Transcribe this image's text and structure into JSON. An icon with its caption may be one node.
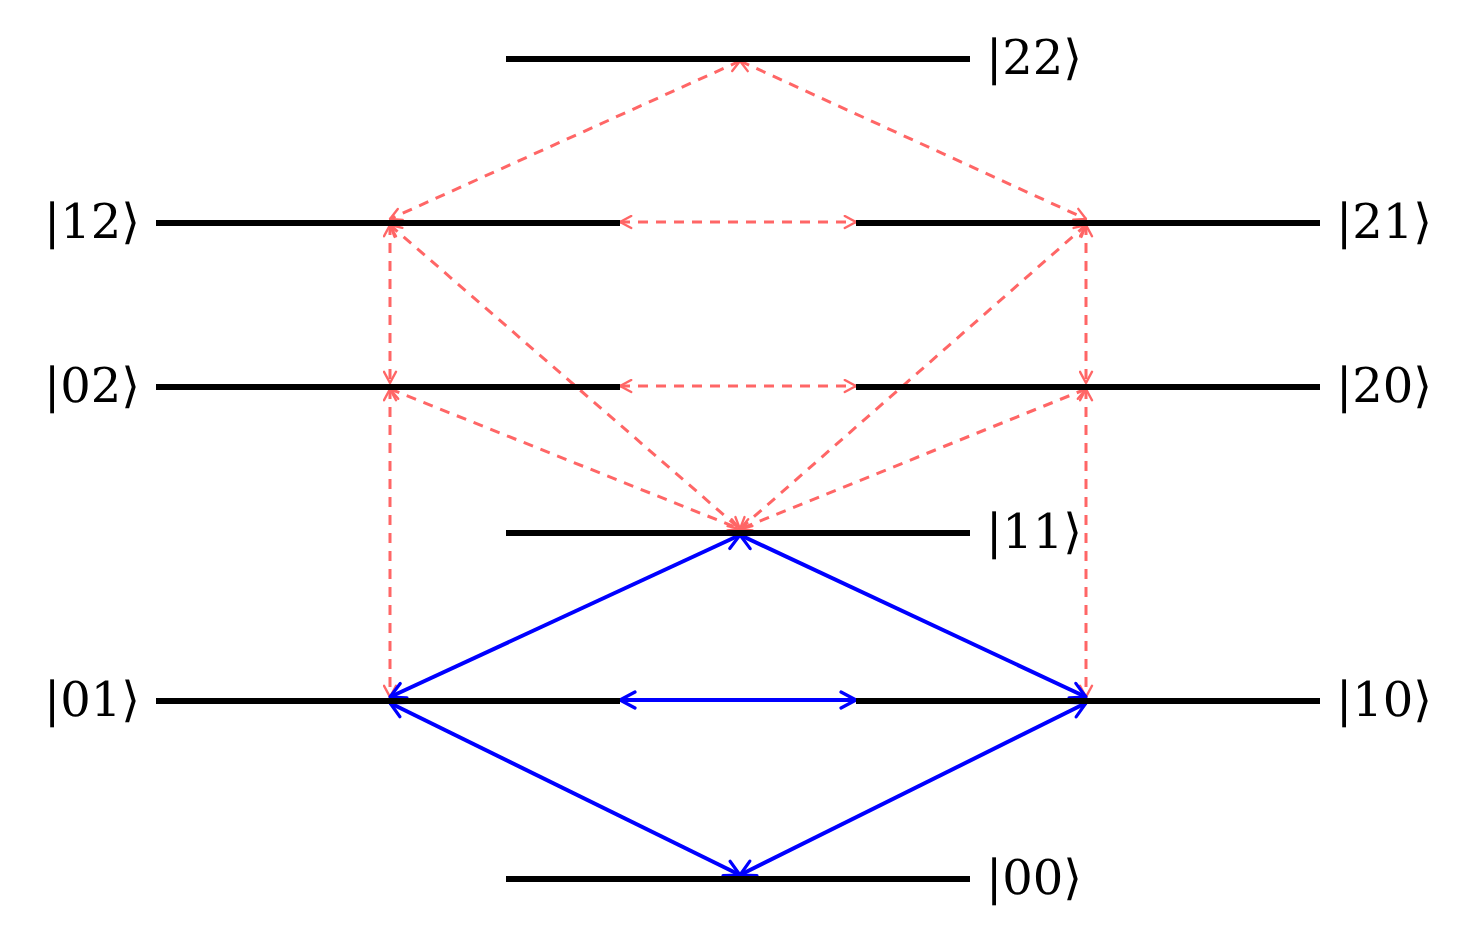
{
  "diagram": {
    "nodes": [
      {
        "text": [
          "|22⟩"
        ]
      },
      {
        "text": [
          "|12⟩"
        ]
      },
      {
        "text": [
          "|21⟩"
        ]
      },
      {
        "text": [
          "|02⟩"
        ]
      },
      {
        "text": [
          "|20⟩"
        ]
      },
      {
        "text": [
          "|11⟩"
        ]
      },
      {
        "text": [
          "|01⟩"
        ]
      },
      {
        "text": [
          "|10⟩"
        ]
      },
      {
        "text": [
          "|00⟩"
        ]
      }
    ],
    "edges": [
      {
        "from": 0,
        "to": 1,
        "arrow": "both",
        "style": "dashed"
      },
      {
        "from": 0,
        "to": 2,
        "arrow": "both",
        "style": "dashed"
      },
      {
        "from": 1,
        "to": 2,
        "arrow": "both",
        "style": "dashed"
      },
      {
        "from": 1,
        "to": 3,
        "arrow": "both",
        "style": "dashed"
      },
      {
        "from": 2,
        "to": 4,
        "arrow": "both",
        "style": "dashed"
      },
      {
        "from": 3,
        "to": 4,
        "arrow": "both",
        "style": "dashed"
      },
      {
        "from": 1,
        "to": 5,
        "arrow": "both",
        "style": "dashed"
      },
      {
        "from": 2,
        "to": 5,
        "arrow": "both",
        "style": "dashed"
      },
      {
        "from": 3,
        "to": 5,
        "arrow": "both",
        "style": "dashed"
      },
      {
        "from": 4,
        "to": 5,
        "arrow": "both",
        "style": "dashed"
      },
      {
        "from": 3,
        "to": 6,
        "arrow": "both",
        "style": "dashed"
      },
      {
        "from": 4,
        "to": 7,
        "arrow": "both",
        "style": "dashed"
      },
      {
        "from": 5,
        "to": 6,
        "arrow": "both",
        "color": "#0000ff"
      },
      {
        "from": 5,
        "to": 7,
        "arrow": "both",
        "color": "#0000ff"
      },
      {
        "from": 6,
        "to": 7,
        "arrow": "both",
        "color": "#0000ff"
      },
      {
        "from": 6,
        "to": 8,
        "arrow": "both",
        "color": "#0000ff"
      },
      {
        "from": 7,
        "to": 8,
        "arrow": "both",
        "color": "#0000ff"
      }
    ]
  }
}
